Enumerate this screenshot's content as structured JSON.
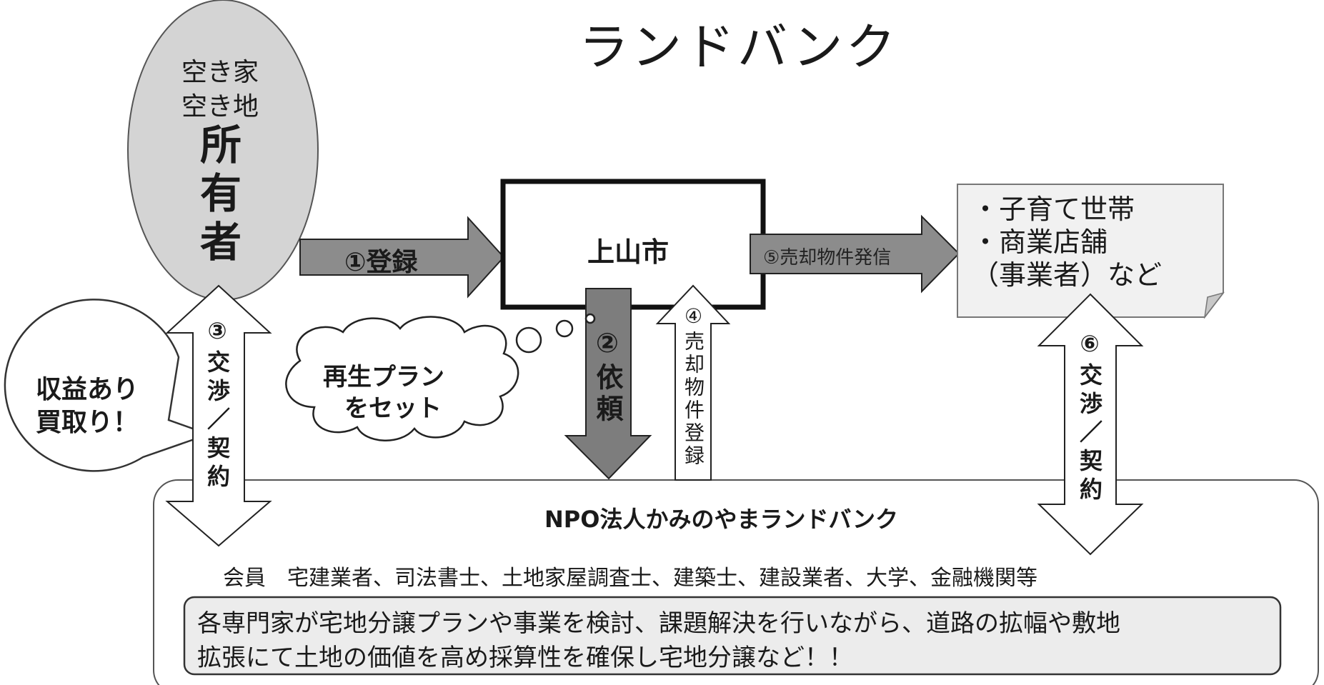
{
  "title": "ランドバンク",
  "owner": {
    "line1": "空き家",
    "line2": "空き地",
    "role": "所有者"
  },
  "city": "上山市",
  "buyers": {
    "line1": "・子育て世帯",
    "line2": "・商業店舗",
    "line3": "（事業者）など"
  },
  "steps": {
    "s1": "①登録",
    "s2": "②依頼",
    "s3": "③交渉／契約",
    "s4": "④売却物件登録",
    "s5": "⑤売却物件発信",
    "s6": "⑥交渉／契約"
  },
  "speech": {
    "line1": "収益あり",
    "line2": "買取り！"
  },
  "thought": {
    "line1": "再生プラン",
    "line2": "をセット"
  },
  "npo": {
    "name": "NPO法人かみのやまランドバンク",
    "members": "会員　宅建業者、司法書士、土地家屋調査士、建築士、建設業者、大学、金融機関等",
    "desc_line1": "各専門家が宅地分譲プランや事業を検討、課題解決を行いながら、道路の拡幅や敷地",
    "desc_line2": "拡張にて土地の価値を高め採算性を確保し宅地分譲など！！"
  }
}
